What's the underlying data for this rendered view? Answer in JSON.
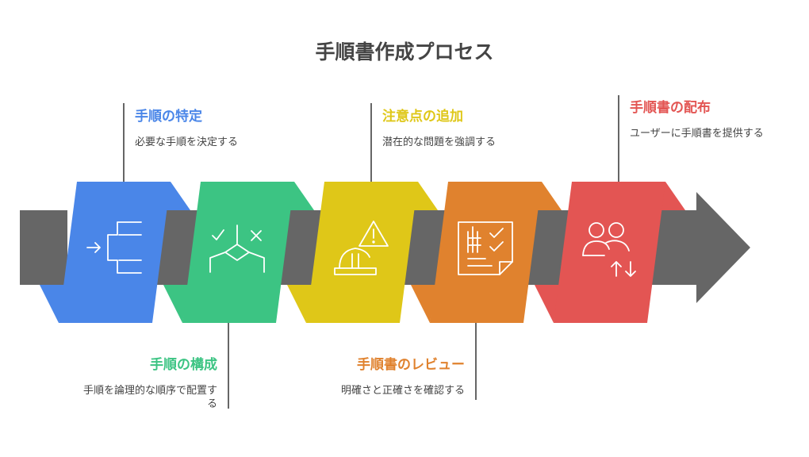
{
  "title": "手順書作成プロセス",
  "colors": {
    "arrow": "#666666",
    "icon": "#ffffff",
    "leader": "#333333"
  },
  "steps": [
    {
      "heading": "手順の特定",
      "description": "必要な手順を決定する",
      "color": "#4A86E8",
      "shade": "#3B6FC7",
      "icon": "enter-bracket-icon",
      "position": "top"
    },
    {
      "heading": "手順の構成",
      "description": "手順を論理的な順序で配置する",
      "color": "#3CC483",
      "shade": "#2FA66E",
      "icon": "decision-branch-icon",
      "position": "bottom"
    },
    {
      "heading": "注意点の追加",
      "description": "潜在的な問題を強調する",
      "color": "#DFC718",
      "shade": "#C4AE10",
      "icon": "hardhat-warning-icon",
      "position": "top"
    },
    {
      "heading": "手順書のレビュー",
      "description": "明確さと正確さを確認する",
      "color": "#E0822E",
      "shade": "#C46E22",
      "icon": "checklist-document-icon",
      "position": "bottom"
    },
    {
      "heading": "手順書の配布",
      "description": "ユーザーに手順書を提供する",
      "color": "#E35553",
      "shade": "#C84442",
      "icon": "users-exchange-icon",
      "position": "top"
    }
  ]
}
